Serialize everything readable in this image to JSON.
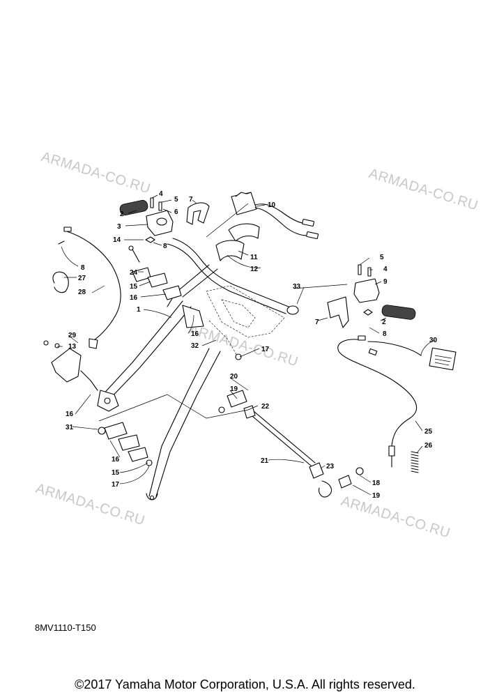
{
  "watermarks": [
    "ARMADA-CO.RU",
    "ARMADA-CO.RU",
    "ARMADA-CO.RU",
    "ARMADA-CO.RU",
    "ARMADA-CO.RU"
  ],
  "diagram_code": "8MV1110-T150",
  "copyright": "©2017 Yamaha Motor Corporation, U.S.A. All rights reserved.",
  "callouts": [
    "4",
    "5",
    "2",
    "6",
    "3",
    "7",
    "10",
    "14",
    "8",
    "8",
    "24",
    "27",
    "15",
    "28",
    "16",
    "1",
    "11",
    "12",
    "33",
    "5",
    "4",
    "9",
    "7",
    "2",
    "8",
    "30",
    "29",
    "13",
    "16",
    "32",
    "17",
    "20",
    "19",
    "22",
    "16",
    "31",
    "25",
    "16",
    "26",
    "21",
    "23",
    "15",
    "17",
    "18",
    "19"
  ]
}
